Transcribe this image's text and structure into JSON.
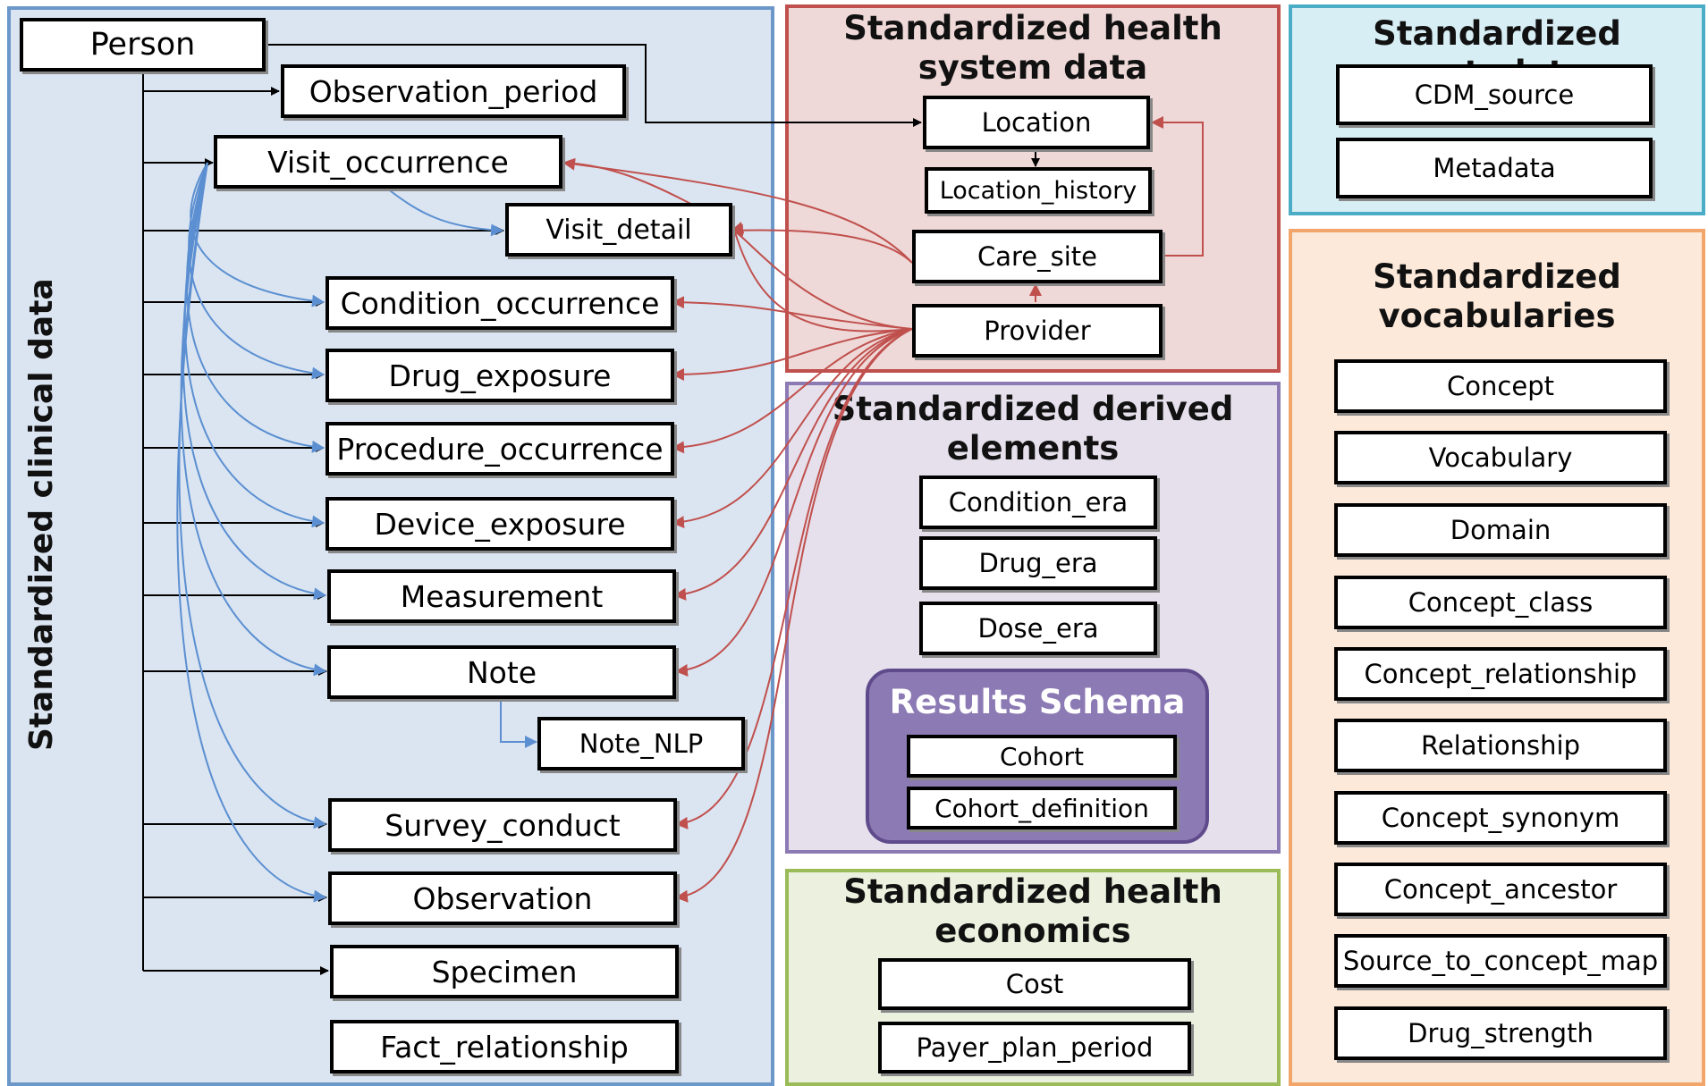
{
  "panels": {
    "clinical": {
      "title": "Standardized clinical data",
      "border": "#6b97c9",
      "fill": "#dbe5f1"
    },
    "health_system": {
      "title_line1": "Standardized health",
      "title_line2": "system data",
      "border": "#c0504d",
      "fill": "#eed9d8"
    },
    "metadata": {
      "title": "Standardized metadata",
      "border": "#4bacc6",
      "fill": "#d7eef4"
    },
    "vocabularies": {
      "title_line1": "Standardized",
      "title_line2": "vocabularies",
      "border": "#f2a66b",
      "fill": "#fce9da"
    },
    "derived": {
      "title_line1": "Standardized derived",
      "title_line2": "elements",
      "border": "#8c7ab4",
      "fill": "#e5e0ec"
    },
    "results": {
      "title": "Results Schema",
      "border": "#5f4b8b",
      "fill": "#8c7ab4"
    },
    "economics": {
      "title_line1": "Standardized health",
      "title_line2": "economics",
      "border": "#9bbb59",
      "fill": "#ebf1de"
    }
  },
  "tables": {
    "person": "Person",
    "observation_period": "Observation_period",
    "visit_occurrence": "Visit_occurrence",
    "visit_detail": "Visit_detail",
    "condition_occurrence": "Condition_occurrence",
    "drug_exposure": "Drug_exposure",
    "procedure_occurrence": "Procedure_occurrence",
    "device_exposure": "Device_exposure",
    "measurement": "Measurement",
    "note": "Note",
    "note_nlp": "Note_NLP",
    "survey_conduct": "Survey_conduct",
    "observation": "Observation",
    "specimen": "Specimen",
    "fact_relationship": "Fact_relationship",
    "location": "Location",
    "location_history": "Location_history",
    "care_site": "Care_site",
    "provider": "Provider",
    "cdm_source": "CDM_source",
    "metadata": "Metadata",
    "condition_era": "Condition_era",
    "drug_era": "Drug_era",
    "dose_era": "Dose_era",
    "cohort": "Cohort",
    "cohort_definition": "Cohort_definition",
    "cost": "Cost",
    "payer_plan_period": "Payer_plan_period",
    "concept": "Concept",
    "vocabulary": "Vocabulary",
    "domain": "Domain",
    "concept_class": "Concept_class",
    "concept_relationship": "Concept_relationship",
    "relationship": "Relationship",
    "concept_synonym": "Concept_synonym",
    "concept_ancestor": "Concept_ancestor",
    "source_to_concept_map": "Source_to_concept_map",
    "drug_strength": "Drug_strength"
  },
  "colors": {
    "blue_arrow": "#5b8fd1",
    "red_arrow": "#c0504d",
    "black_arrow": "#000000"
  }
}
